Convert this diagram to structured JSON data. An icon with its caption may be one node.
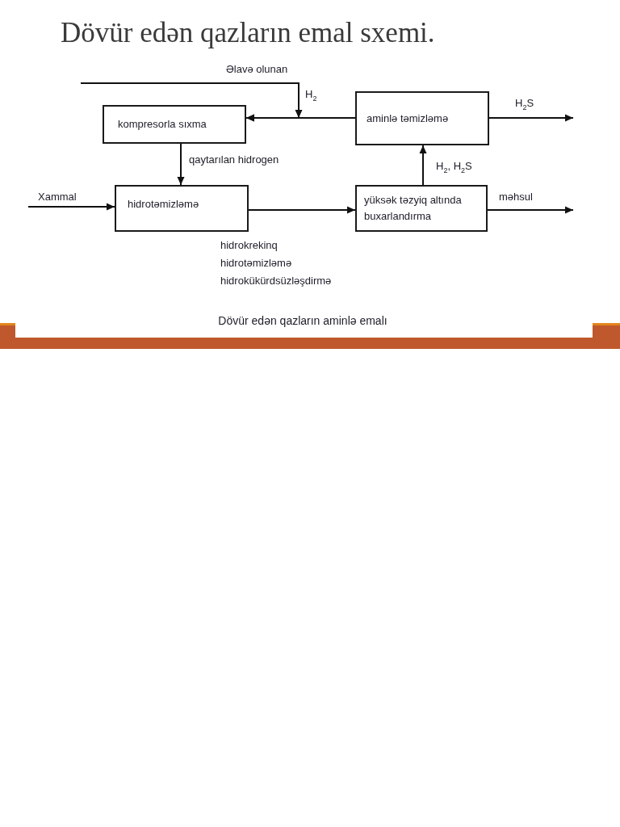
{
  "diagram": {
    "title": "Dövür edən qazların emal sxemi.",
    "caption": "Dövür edən qazların aminlə emalı",
    "nodes": [
      {
        "text": [
          "kompresorla sıxma"
        ]
      },
      {
        "text": [
          "aminlə təmizləmə"
        ]
      },
      {
        "text": [
          "hidrotəmizləmə"
        ]
      },
      {
        "text": [
          "yüksək təzyiq altında buxarlandırma"
        ]
      }
    ],
    "edges": [
      {
        "from": null,
        "to": 2,
        "arrow": "to",
        "label": "Xammal"
      },
      {
        "from": 0,
        "to": 2,
        "arrow": "to",
        "label": "qaytarılan hidrogen"
      },
      {
        "from": 2,
        "to": 3,
        "arrow": "to"
      },
      {
        "from": 3,
        "to": 1,
        "arrow": "to",
        "label": "H$_{2}$, H$_{2}$S"
      },
      {
        "from": 1,
        "to": 0,
        "arrow": "to"
      },
      {
        "from": null,
        "to": 0,
        "arrow": "to",
        "label": "Əlavə olunan"
      },
      {
        "from": 1,
        "to": null,
        "arrow": "to",
        "label": "H$_{2}$S"
      },
      {
        "from": 3,
        "to": null,
        "arrow": "to",
        "label": "məhsul"
      }
    ],
    "labels": [
      "H$_{2}$",
      "hidrokrekinq",
      "hidrotəmizləmə",
      "hidrokükürdsüzləşdirmə"
    ]
  }
}
